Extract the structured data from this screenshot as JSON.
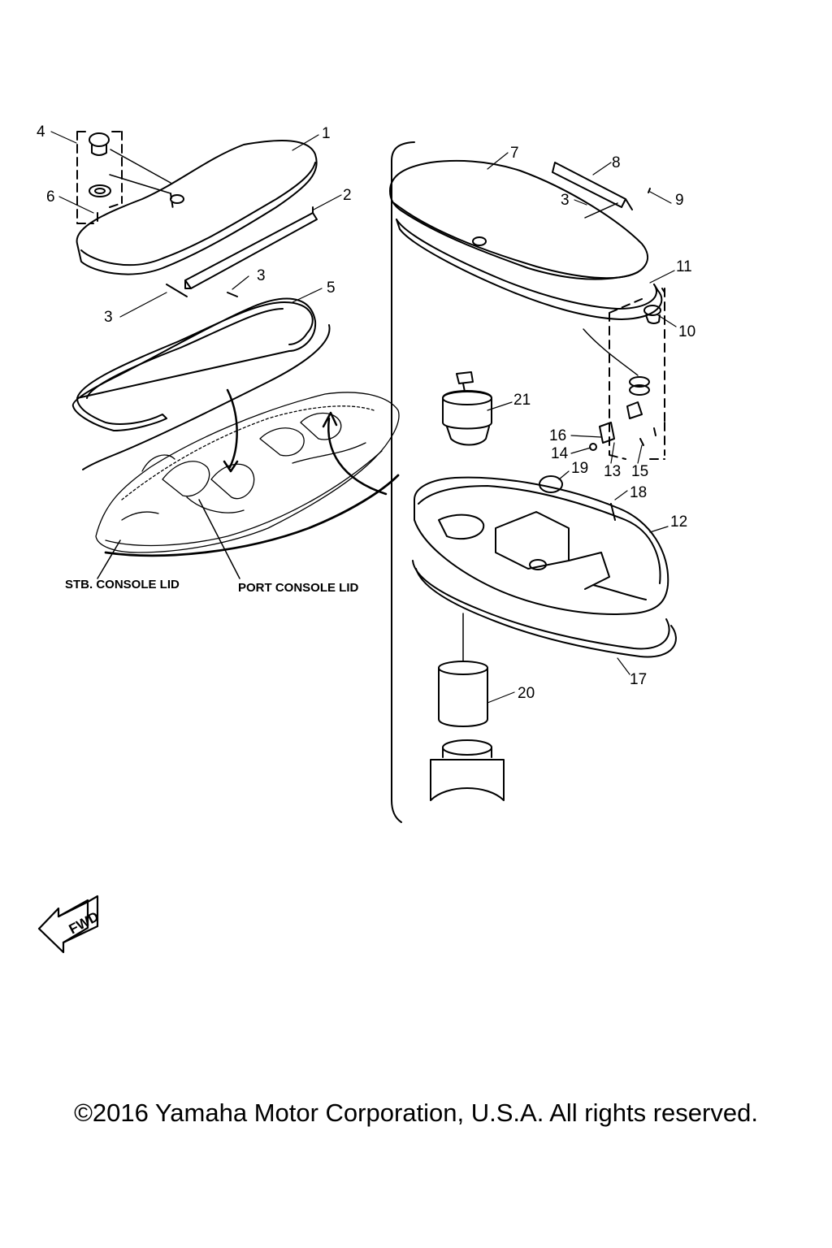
{
  "callouts": {
    "c1": "1",
    "c2": "2",
    "c3a": "3",
    "c3b": "3",
    "c3c": "3",
    "c4": "4",
    "c5": "5",
    "c6": "6",
    "c7": "7",
    "c8": "8",
    "c9": "9",
    "c10": "10",
    "c11": "11",
    "c12": "12",
    "c13": "13",
    "c14": "14",
    "c15": "15",
    "c16": "16",
    "c17": "17",
    "c18": "18",
    "c19": "19",
    "c20": "20",
    "c21": "21"
  },
  "labels": {
    "stb": "STB. CONSOLE LID",
    "port": "PORT CONSOLE LID",
    "fwd": "FWD"
  },
  "icons": {
    "direction": "fwd-arrow-icon"
  },
  "footer": {
    "copyright": "©2016 Yamaha Motor Corporation, U.S.A. All rights reserved."
  }
}
